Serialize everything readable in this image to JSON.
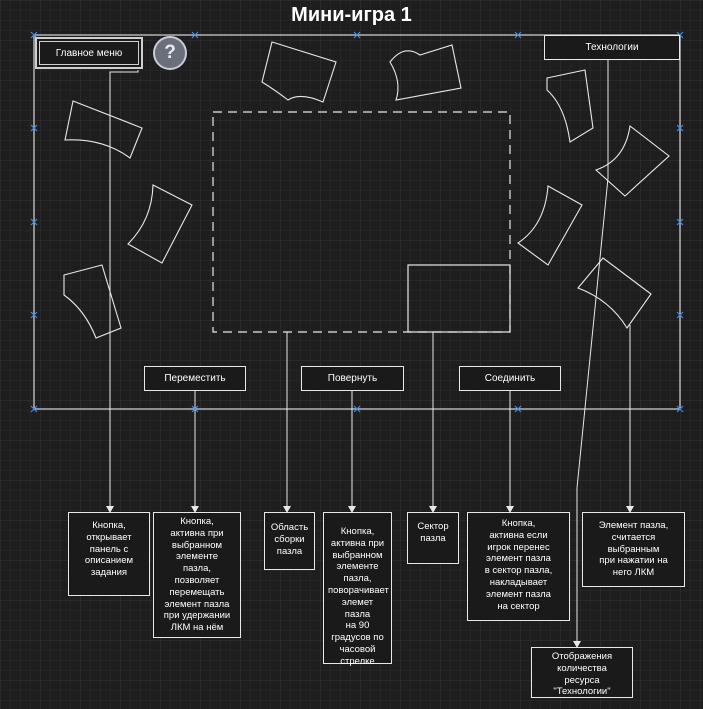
{
  "title": "Мини-игра 1",
  "buttons": {
    "main_menu": "Главное меню",
    "help": "?",
    "technologies": "Технологии",
    "move": "Переместить",
    "rotate": "Повернуть",
    "connect": "Соединить"
  },
  "notes": {
    "main_menu": "Кнопка,\nоткрывает\nпанель с\nописанием\nзадания",
    "move": "Кнопка,\nактивна при\nвыбранном\nэлементе\nпазла,\nпозволяет\nперемещать\nэлемент пазла\nпри удержании\nЛКМ на нём",
    "assembly_area": "Область\nсборки\nпазла",
    "rotate": "Кнопка,\nактивна при\nвыбранном\nэлементе\nпазла,\nповорачивает\nэлемет пазла\nна 90\nградусов по\nчасовой\nстрелке",
    "sector": "Сектор\nпазла",
    "connect": "Кнопка,\nактивна если\nигрок перенес\nэлемент пазла\nв сектор пазла,\nнакладывает\nэлемент пазла\nна сектор",
    "piece": "Элемент пазла,\nсчитается\nвыбранным\nпри нажатии на\nнего ЛКМ",
    "tech_resource": "Отображения\nколичества\nресурса\n\"Технологии\""
  },
  "colors": {
    "background": "#1e1e1e",
    "stroke": "#e8e8e8",
    "handle": "#3a8ee6",
    "help_fill": "#6b6f7c"
  }
}
